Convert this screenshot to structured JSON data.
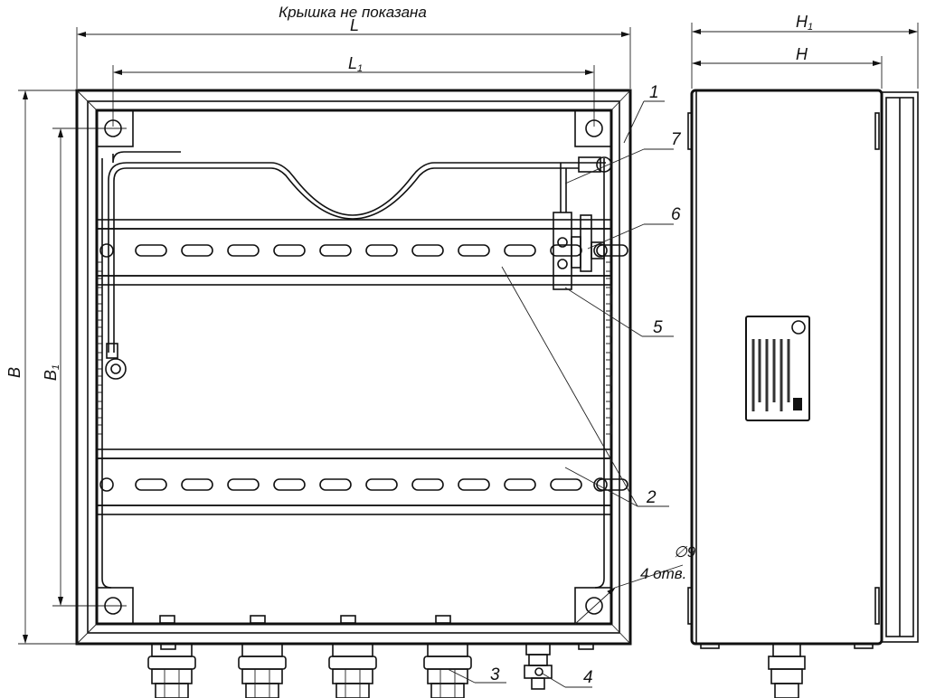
{
  "title": "Крышка не показана",
  "dimensions": {
    "L": "L",
    "L1": {
      "main": "L",
      "sub": "1"
    },
    "B": "B",
    "B1": {
      "main": "B",
      "sub": "1"
    },
    "H1": {
      "main": "H",
      "sub": "1"
    },
    "H": "H"
  },
  "hole_note": {
    "diameter": "∅9",
    "count": "4 отв."
  },
  "callouts": [
    "1",
    "2",
    "3",
    "4",
    "5",
    "6",
    "7"
  ]
}
